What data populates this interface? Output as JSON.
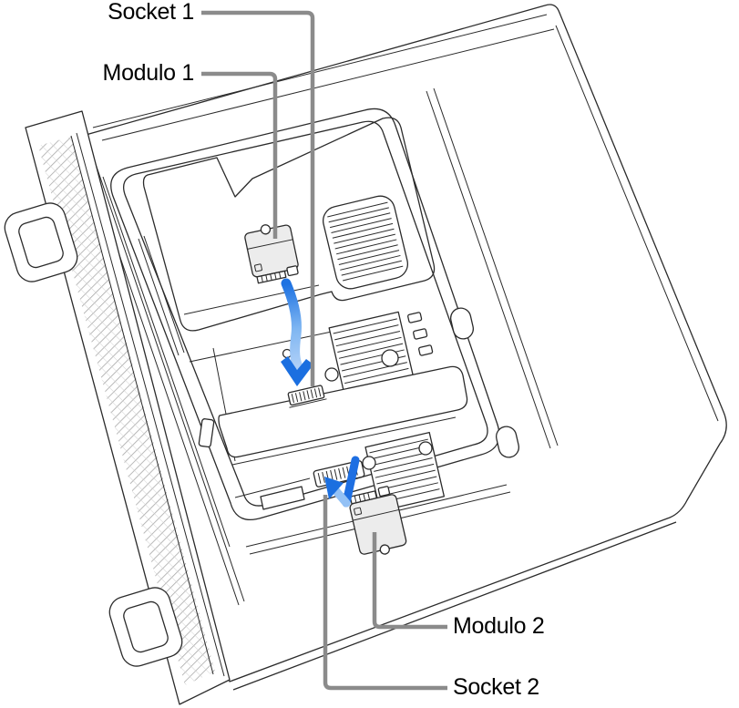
{
  "illustration": {
    "description": "Mac Pro lying on its side with housing removed, showing installation of two SSD modules into their sockets",
    "labels": {
      "socket1": "Socket 1",
      "module1": "Modulo 1",
      "module2": "Modulo 2",
      "socket2": "Socket 2"
    }
  },
  "colors": {
    "bg": "#ffffff",
    "line": "#2b2b2b",
    "callout": "#8b8b8b",
    "module": "#ececec",
    "arrow_dark": "#1e6fe2",
    "arrow_light": "#93c1f5",
    "arrow_head": "#1b6fe0",
    "text": "#000000"
  }
}
